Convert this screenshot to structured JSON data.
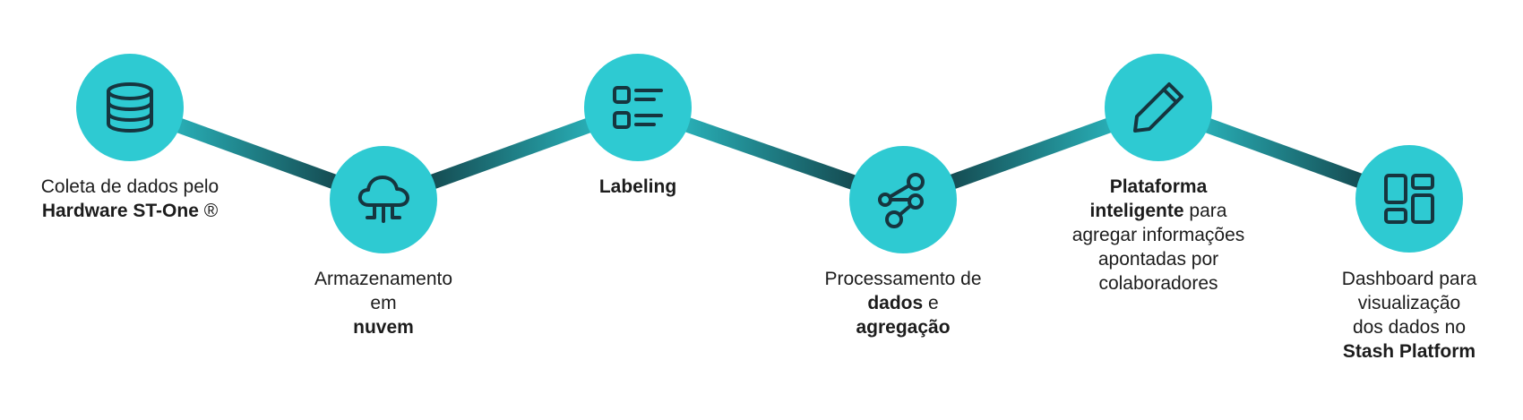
{
  "colors": {
    "node_fill": "#2ecad2",
    "icon_stroke": "#16353f",
    "connector_light": "#2ecad2",
    "connector_dark": "#0f2f35",
    "text": "#1c1c1c"
  },
  "steps": [
    {
      "icon": "database-icon",
      "label": [
        {
          "text": "Coleta de dados pelo"
        },
        {
          "text": "Hardware ST-One",
          "bold": true
        },
        {
          "text": " ®"
        }
      ]
    },
    {
      "icon": "cloud-icon",
      "label": [
        {
          "text": "Armazenamento"
        },
        {
          "text": "em "
        },
        {
          "text": "nuvem",
          "bold": true
        }
      ]
    },
    {
      "icon": "list-icon",
      "label": [
        {
          "text": "Labeling",
          "bold": true
        }
      ]
    },
    {
      "icon": "share-icon",
      "label": [
        {
          "text": "Processamento de"
        },
        {
          "text": "dados",
          "bold": true
        },
        {
          "text": " e "
        },
        {
          "text": "agregação",
          "bold": true
        }
      ]
    },
    {
      "icon": "pencil-icon",
      "label": [
        {
          "text": "Plataforma",
          "bold": true
        },
        {
          "text": "inteligente",
          "bold": true
        },
        {
          "text": " para"
        },
        {
          "text": "agregar informações"
        },
        {
          "text": "apontadas por"
        },
        {
          "text": "colaboradores"
        }
      ]
    },
    {
      "icon": "dashboard-icon",
      "label": [
        {
          "text": "Dashboard para"
        },
        {
          "text": "visualização"
        },
        {
          "text": "dos dados no"
        },
        {
          "text": "Stash Platform",
          "bold": true
        }
      ]
    }
  ]
}
